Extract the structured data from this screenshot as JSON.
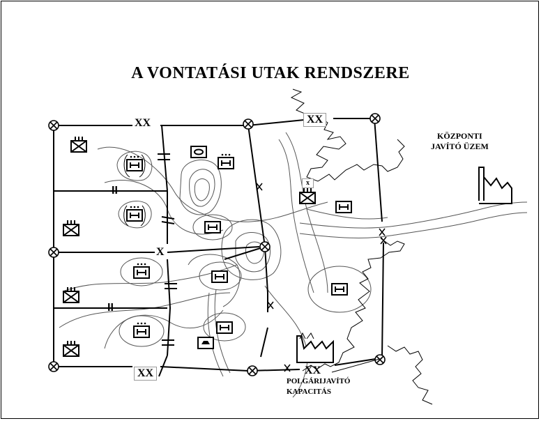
{
  "title": "A VONTATÁSI UTAK RENDSZERE",
  "labels": {
    "xx_top_left": "XX",
    "xx_top_right": "XX",
    "xx_bottom_left": "XX",
    "xx_bottom_right": "XX",
    "x_middle": "X",
    "x_small": "x",
    "ii_upper": "II",
    "ii_lower": "II"
  },
  "central_repair": {
    "line1": "KÖZPONTI",
    "line2": "JAVÍTÓ ÜZEM"
  },
  "civil_repair": {
    "line1": "POLGÁRIJAVÍTÓ",
    "line2": "KAPACITÁS"
  }
}
